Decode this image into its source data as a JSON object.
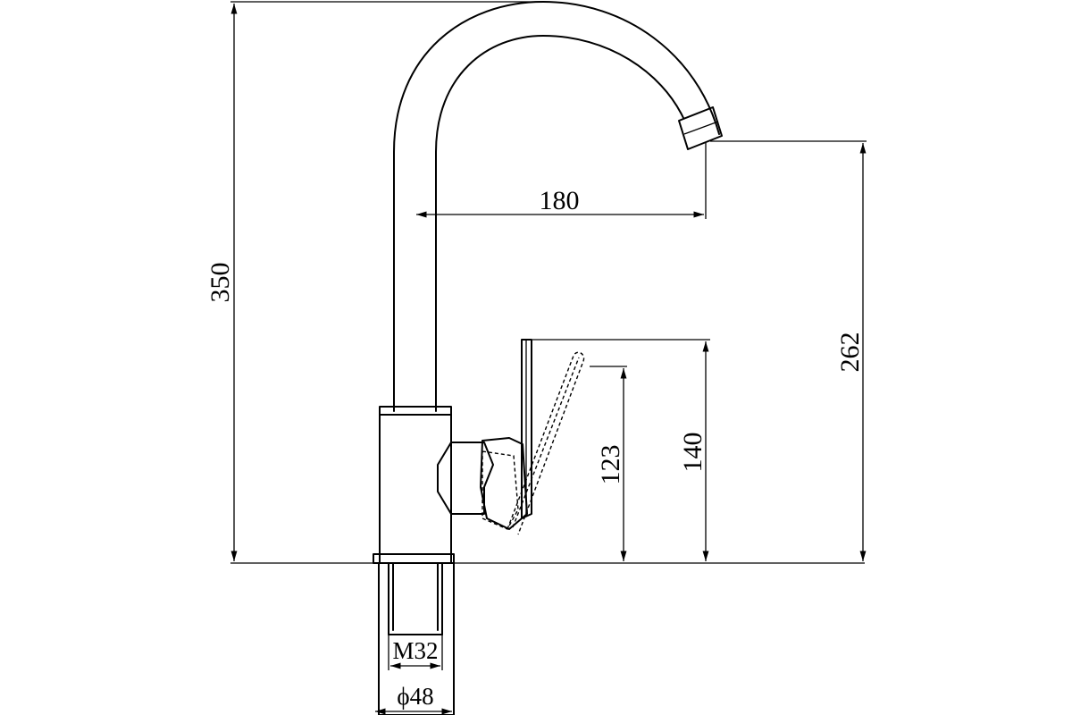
{
  "dimensions": {
    "overall_height": "350",
    "spout_reach": "180",
    "spout_outlet_height": "262",
    "lever_height": "140",
    "lever_tilted_height": "123",
    "thread_size": "M32",
    "base_diameter": "ϕ48"
  },
  "colors": {
    "line": "#000000",
    "background": "#ffffff"
  }
}
